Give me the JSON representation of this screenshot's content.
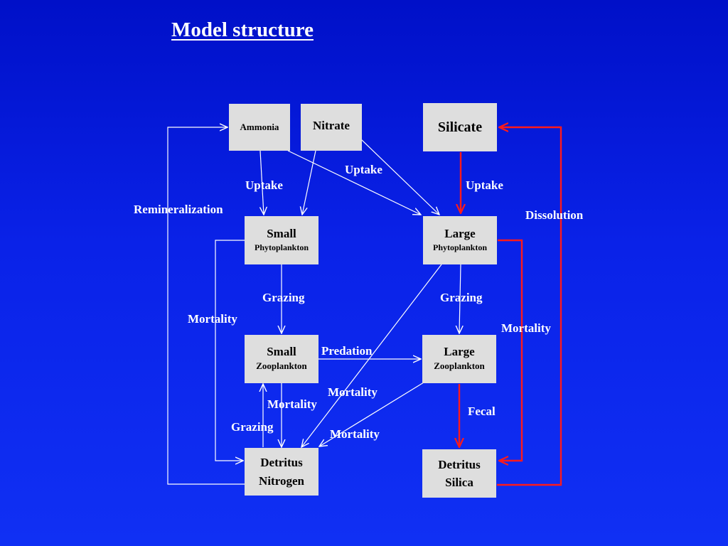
{
  "title": "Model structure",
  "boxes": {
    "ammonia": {
      "line1": "Ammonia"
    },
    "nitrate": {
      "line1": "Nitrate"
    },
    "silicate": {
      "line1": "Silicate"
    },
    "small_phyto": {
      "line1": "Small",
      "line2": "Phytoplankton"
    },
    "large_phyto": {
      "line1": "Large",
      "line2": "Phytoplankton"
    },
    "small_zoo": {
      "line1": "Small",
      "line2": "Zooplankton"
    },
    "large_zoo": {
      "line1": "Large",
      "line2": "Zooplankton"
    },
    "detritus_n": {
      "line1": "Detritus",
      "line2": "Nitrogen"
    },
    "detritus_si": {
      "line1": "Detritus",
      "line2": "Silica"
    }
  },
  "labels": {
    "uptake_ammonia_nitrate": "Uptake",
    "uptake_to_large": "Uptake",
    "uptake_silicate": "Uptake",
    "remineralization": "Remineralization",
    "dissolution": "Dissolution",
    "grazing_small": "Grazing",
    "grazing_large": "Grazing",
    "mortality_small_phyto": "Mortality",
    "mortality_large_phyto": "Mortality",
    "predation": "Predation",
    "mortality_large_phyto_to_detritus": "Mortality",
    "mortality_small_zoo": "Mortality",
    "mortality_large_zoo": "Mortality",
    "grazing_detritus": "Grazing",
    "fecal": "Fecal"
  },
  "colors": {
    "nitrogen_flow": "#ffffff",
    "silica_flow": "#ff1a1a",
    "box_fill": "#dedede",
    "background": "#0a22e8"
  }
}
